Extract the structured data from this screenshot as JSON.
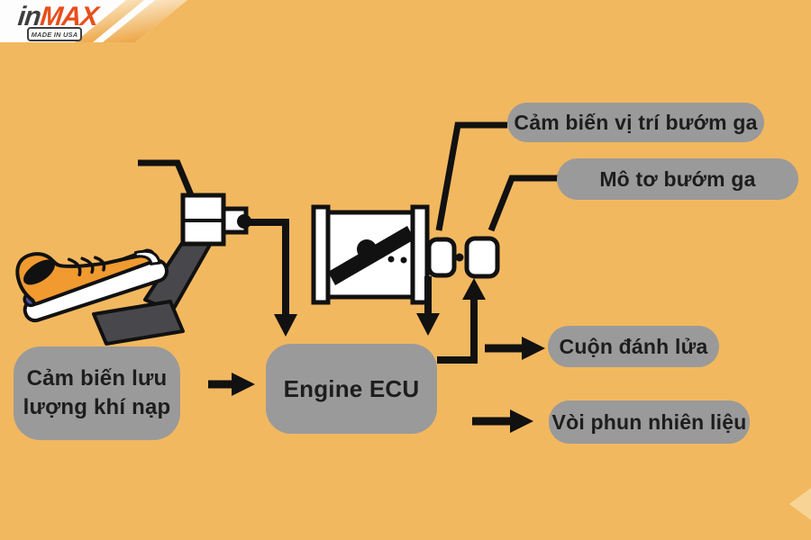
{
  "logo": {
    "brand_in": "in",
    "brand_max": "MAX",
    "badge": "MADE IN USA"
  },
  "diagram": {
    "nodes": {
      "maf_sensor": {
        "label_line1": "Cảm biến lưu",
        "label_line2": "lượng khí nạp"
      },
      "engine_ecu": {
        "label": "Engine ECU"
      },
      "throttle_position_sensor": {
        "label": "Cảm biến vị trí bướm ga"
      },
      "throttle_motor": {
        "label": "Mô tơ bướm ga"
      },
      "ignition_coil": {
        "label": "Cuộn đánh lửa"
      },
      "fuel_injector": {
        "label": "Vòi phun nhiên liệu"
      }
    },
    "colors": {
      "background": "#f2b85f",
      "node_bg": "#9a9a9a",
      "node_text": "#1d1d1d",
      "line_black": "#111111",
      "shoe_orange": "#f09a30",
      "sole_stripe_blue": "#4a4f9f",
      "pedal_gray": "#48484c",
      "logo_max_orange": "#e84e1b"
    }
  }
}
